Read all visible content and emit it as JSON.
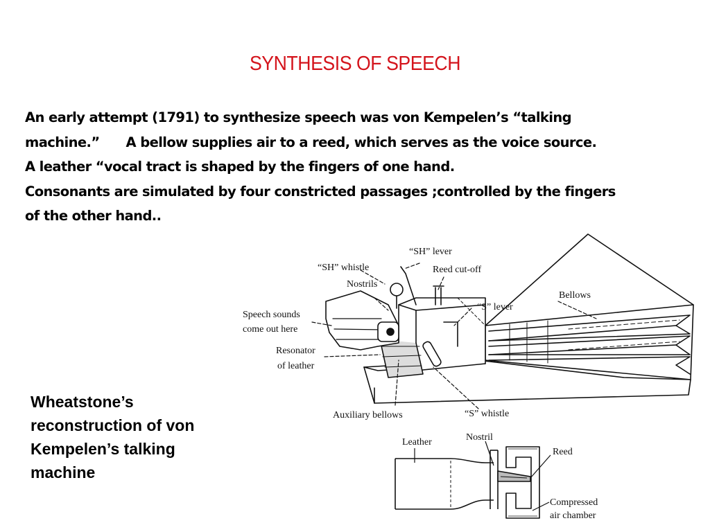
{
  "slide": {
    "title": "SYNTHESIS OF SPEECH",
    "paragraph_lines": [
      "An early attempt (1791) to synthesize speech was von Kempelen’s “talking",
      "machine.”",
      "A bellow supplies air to a reed, which serves as the voice source.",
      "A leather “vocal tract is shaped by the fingers  of one hand.",
      "Consonants are simulated by four constricted passages ;controlled by the fingers",
      "of the other hand.."
    ],
    "caption_lines": [
      "Wheatstone’s",
      "reconstruction of von",
      "Kempelen’s talking",
      "machine"
    ],
    "title_color": "#d4141c"
  },
  "figure_machine": {
    "labels": {
      "sh_lever": "“SH” lever",
      "sh_whistle": "“SH” whistle",
      "reed_cutoff": "Reed cut-off",
      "nostrils": "Nostrils",
      "s_lever": "“S” lever",
      "bellows": "Bellows",
      "speech_sounds_1": "Speech sounds",
      "speech_sounds_2": "come out here",
      "resonator_1": "Resonator",
      "resonator_2": "of leather",
      "auxiliary_bellows": "Auxiliary bellows",
      "s_whistle": "“S” whistle"
    }
  },
  "figure_detail": {
    "labels": {
      "leather": "Leather",
      "nostril": "Nostril",
      "reed": "Reed",
      "compressed_1": "Compressed",
      "compressed_2": "air chamber"
    }
  }
}
